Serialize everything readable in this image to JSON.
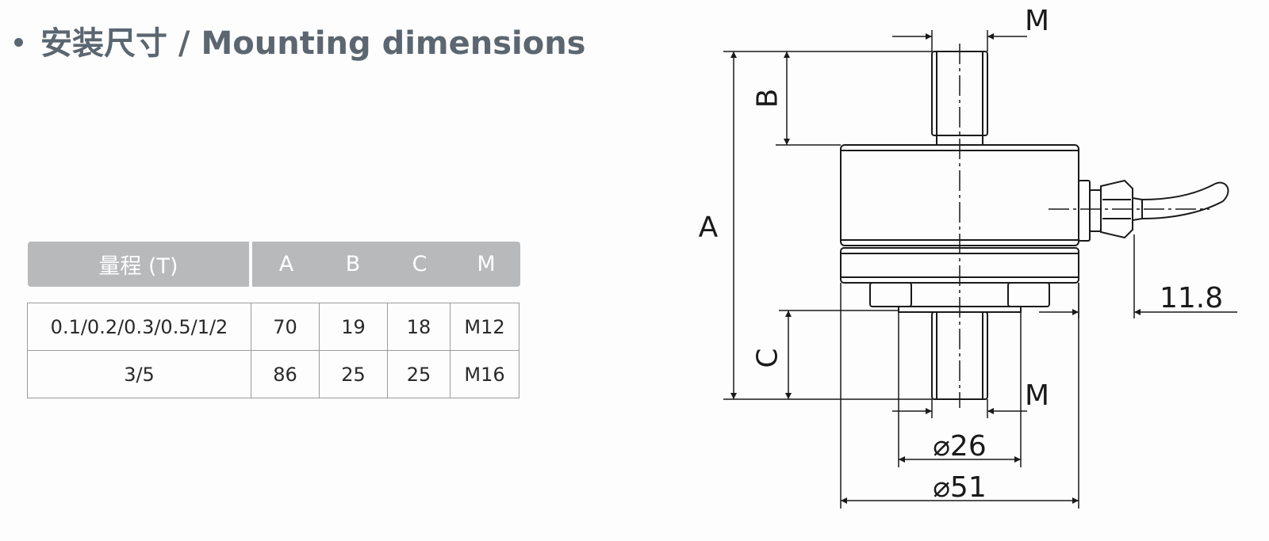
{
  "heading": {
    "text": "安装尺寸 / Mounting dimensions"
  },
  "table": {
    "headers": [
      "量程 (T)",
      "A",
      "B",
      "C",
      "M"
    ],
    "rows": [
      [
        "0.1/0.2/0.3/0.5/1/2",
        "70",
        "19",
        "18",
        "M12"
      ],
      [
        "3/5",
        "86",
        "25",
        "25",
        "M16"
      ]
    ]
  },
  "drawing": {
    "labels": {
      "m_top": "M",
      "b": "B",
      "a": "A",
      "c": "C",
      "m_bottom": "M",
      "offset": "11.8",
      "dia_inner": "⌀26",
      "dia_outer": "⌀51"
    }
  },
  "colors": {
    "heading": "#5b6670",
    "header_fill": "#b8b9bb",
    "grid": "#9b9b9b",
    "line": "#1a1a1a"
  }
}
